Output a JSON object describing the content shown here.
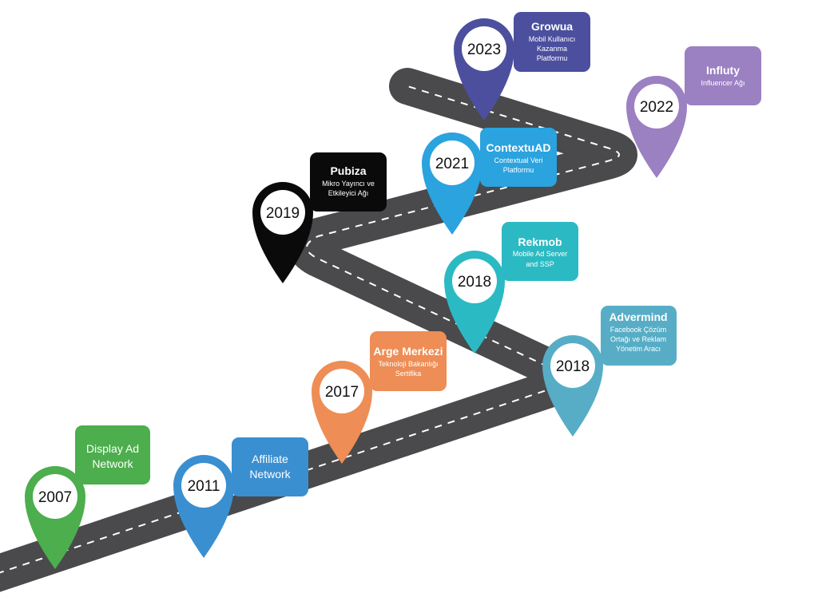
{
  "colors": {
    "road": "#4a4a4c",
    "road_dash": "#ffffff",
    "pin_inner": "#ffffff"
  },
  "milestones": [
    {
      "year": "2007",
      "color": "#4cae4c",
      "title": "Display Ad",
      "lines": [
        "Network"
      ],
      "style": "main"
    },
    {
      "year": "2011",
      "color": "#3a8fd1",
      "title": "Affiliate",
      "lines": [
        "Network"
      ],
      "style": "main"
    },
    {
      "year": "2017",
      "color": "#ee8d55",
      "title": "Arge Merkezi",
      "lines": [
        "Teknoloji Bakanlığı",
        "Sertifika"
      ],
      "style": "titled"
    },
    {
      "year": "2018",
      "color": "#2bbac3",
      "title": "Rekmob",
      "lines": [
        "Mobile Ad Server",
        "and SSP"
      ],
      "style": "titled"
    },
    {
      "year": "2018",
      "color": "#57adc6",
      "title": "Advermind",
      "lines": [
        "Facebook Çözüm",
        "Ortağı ve Reklam",
        "Yönetim Aracı"
      ],
      "style": "titled"
    },
    {
      "year": "2019",
      "color": "#0a0a0a",
      "title": "Pubiza",
      "lines": [
        "Mikro Yayıncı ve",
        "Etkileyici Ağı"
      ],
      "style": "titled"
    },
    {
      "year": "2021",
      "color": "#2aa3df",
      "title": "ContextuAD",
      "lines": [
        "Contextual Veri",
        "Platformu"
      ],
      "style": "titled"
    },
    {
      "year": "2022",
      "color": "#9b80c2",
      "title": "Influty",
      "lines": [
        "Influencer Ağı"
      ],
      "style": "titled"
    },
    {
      "year": "2023",
      "color": "#4b4f9e",
      "title": "Growua",
      "lines": [
        "Mobil Kullanıcı",
        "Kazanma",
        "Platformu"
      ],
      "style": "titled"
    }
  ]
}
